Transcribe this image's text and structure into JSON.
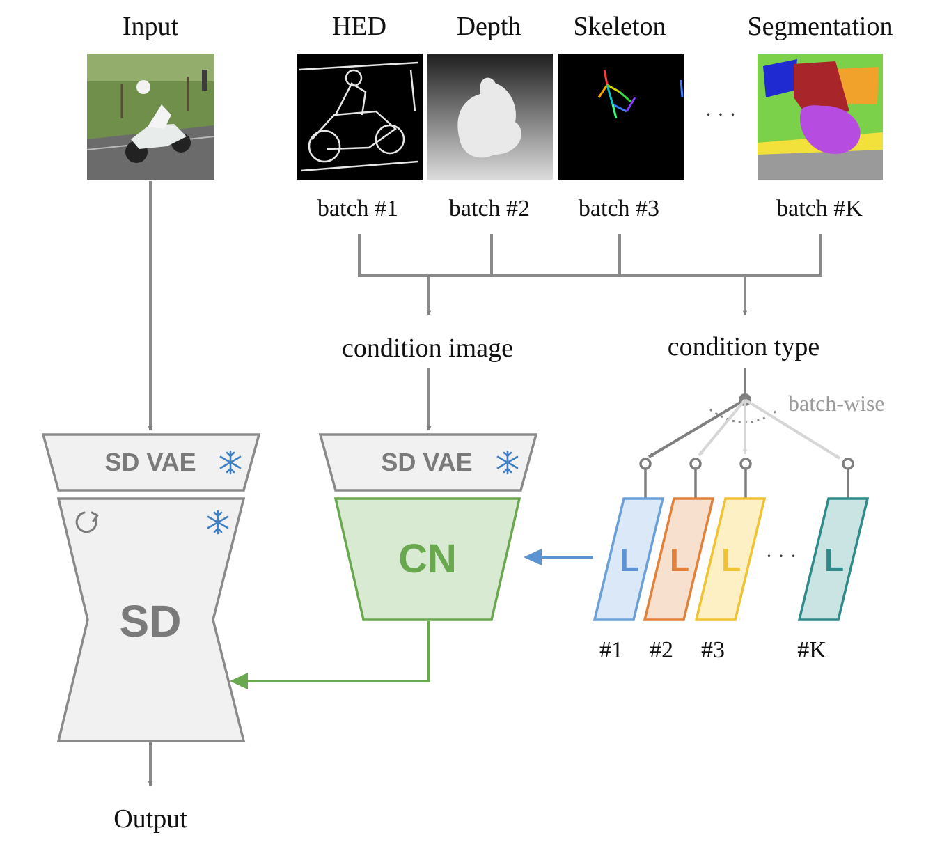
{
  "labels": {
    "input": "Input",
    "output": "Output",
    "condition_image": "condition image",
    "condition_type": "condition type",
    "batch_wise": "batch-wise",
    "ellipsis": "· · ·"
  },
  "conditions": [
    {
      "name": "HED",
      "batch": "batch #1"
    },
    {
      "name": "Depth",
      "batch": "batch #2"
    },
    {
      "name": "Skeleton",
      "batch": "batch #3"
    },
    {
      "name": "Segmentation",
      "batch": "batch #K"
    }
  ],
  "blocks": {
    "sd_vae": "SD VAE",
    "sd": "SD",
    "cn": "CN"
  },
  "lora": [
    {
      "letter": "L",
      "tag": "#1",
      "stroke": "#6a9fd8",
      "fill": "#dbe8f7",
      "text": "#5b93d3"
    },
    {
      "letter": "L",
      "tag": "#2",
      "stroke": "#e3803a",
      "fill": "#f8e0cf",
      "text": "#e3803a"
    },
    {
      "letter": "L",
      "tag": "#3",
      "stroke": "#f1c232",
      "fill": "#fdf0c4",
      "text": "#f1c232"
    },
    {
      "letter": "L",
      "tag": "#K",
      "stroke": "#2e8b8a",
      "fill": "#c9e4e3",
      "text": "#2e8b8a"
    }
  ],
  "icons": {
    "frozen": "snowflake-icon",
    "trainable": "refresh-icon"
  },
  "colors": {
    "gray_stroke": "#8a8a8a",
    "block_fill": "#f1f1f1",
    "cn_stroke": "#6aa84f",
    "cn_fill": "#d9ead3",
    "arrow_blue": "#5b93d3",
    "snowflake": "#3d7fc4"
  }
}
